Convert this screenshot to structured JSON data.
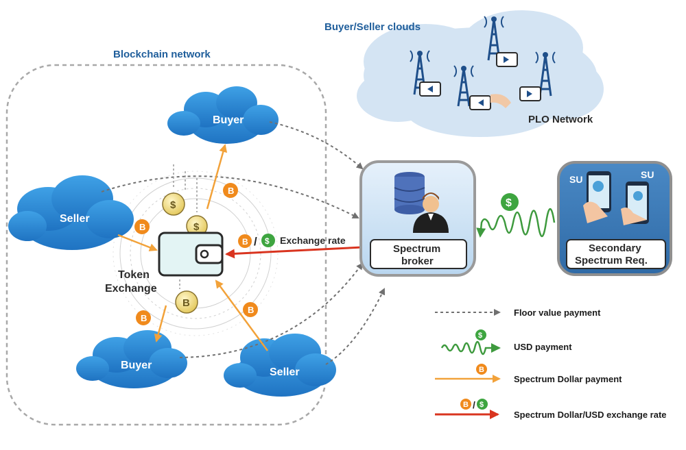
{
  "titles": {
    "blockchain_network": "Blockchain network",
    "buyer_seller_clouds": "Buyer/Seller clouds",
    "plo_network": "PLO Network"
  },
  "clouds": {
    "buyer_top": "Buyer",
    "seller_left": "Seller",
    "buyer_bottom": "Buyer",
    "seller_bottom": "Seller"
  },
  "center": {
    "token_exchange_line1": "Token",
    "token_exchange_line2": "Exchange",
    "exchange_rate": "Exchange rate",
    "slash": "/"
  },
  "broker": {
    "line1": "Spectrum",
    "line2": "broker"
  },
  "secondary": {
    "su_left": "SU",
    "su_right": "SU",
    "line1": "Secondary",
    "line2": "Spectrum Req."
  },
  "legend": {
    "floor": "Floor value payment",
    "usd": "USD payment",
    "spectrum_dollar": "Spectrum Dollar payment",
    "exchange_rate": "Spectrum Dollar/USD exchange rate",
    "slash": "/"
  },
  "coins": {
    "bitcoin": "B",
    "dollar": "$"
  },
  "colors": {
    "cloud_blue": "#2f8fd6",
    "orange_arrow": "#f2a23a",
    "red_arrow": "#d9341f",
    "green_wave": "#3e9a3e",
    "dashed_gray": "#707070"
  }
}
